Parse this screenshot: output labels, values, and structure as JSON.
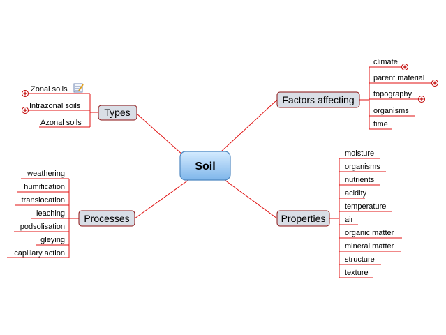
{
  "center": {
    "label": "Soil"
  },
  "branches": {
    "types": {
      "label": "Types",
      "items": [
        {
          "label": "Zonal soils",
          "plus": true,
          "note": true
        },
        {
          "label": "Intrazonal soils",
          "plus": true
        },
        {
          "label": "Azonal soils"
        }
      ]
    },
    "factors": {
      "label": "Factors affecting",
      "items": [
        {
          "label": "climate",
          "plus": true
        },
        {
          "label": "parent material",
          "plus": true
        },
        {
          "label": "topography",
          "plus": true
        },
        {
          "label": "organisms"
        },
        {
          "label": "time"
        }
      ]
    },
    "processes": {
      "label": "Processes",
      "items": [
        {
          "label": "weathering"
        },
        {
          "label": "humification"
        },
        {
          "label": "translocation"
        },
        {
          "label": "leaching"
        },
        {
          "label": "podsolisation"
        },
        {
          "label": "gleying"
        },
        {
          "label": "capillary action"
        }
      ]
    },
    "properties": {
      "label": "Properties",
      "items": [
        {
          "label": "moisture"
        },
        {
          "label": "organisms"
        },
        {
          "label": "nutrients"
        },
        {
          "label": "acidity"
        },
        {
          "label": "temperature"
        },
        {
          "label": "air"
        },
        {
          "label": "organic matter"
        },
        {
          "label": "mineral matter"
        },
        {
          "label": "structure"
        },
        {
          "label": "texture"
        }
      ]
    }
  },
  "colors": {
    "line": "#e01010",
    "center_fill_top": "#d4ebff",
    "center_fill_bottom": "#7fb6ea",
    "center_border": "#4d87c0",
    "branch_fill": "#d9dee6",
    "branch_border": "#8a0f0f"
  },
  "icons": {
    "expand": "plus-circle-icon",
    "note": "note-icon"
  }
}
